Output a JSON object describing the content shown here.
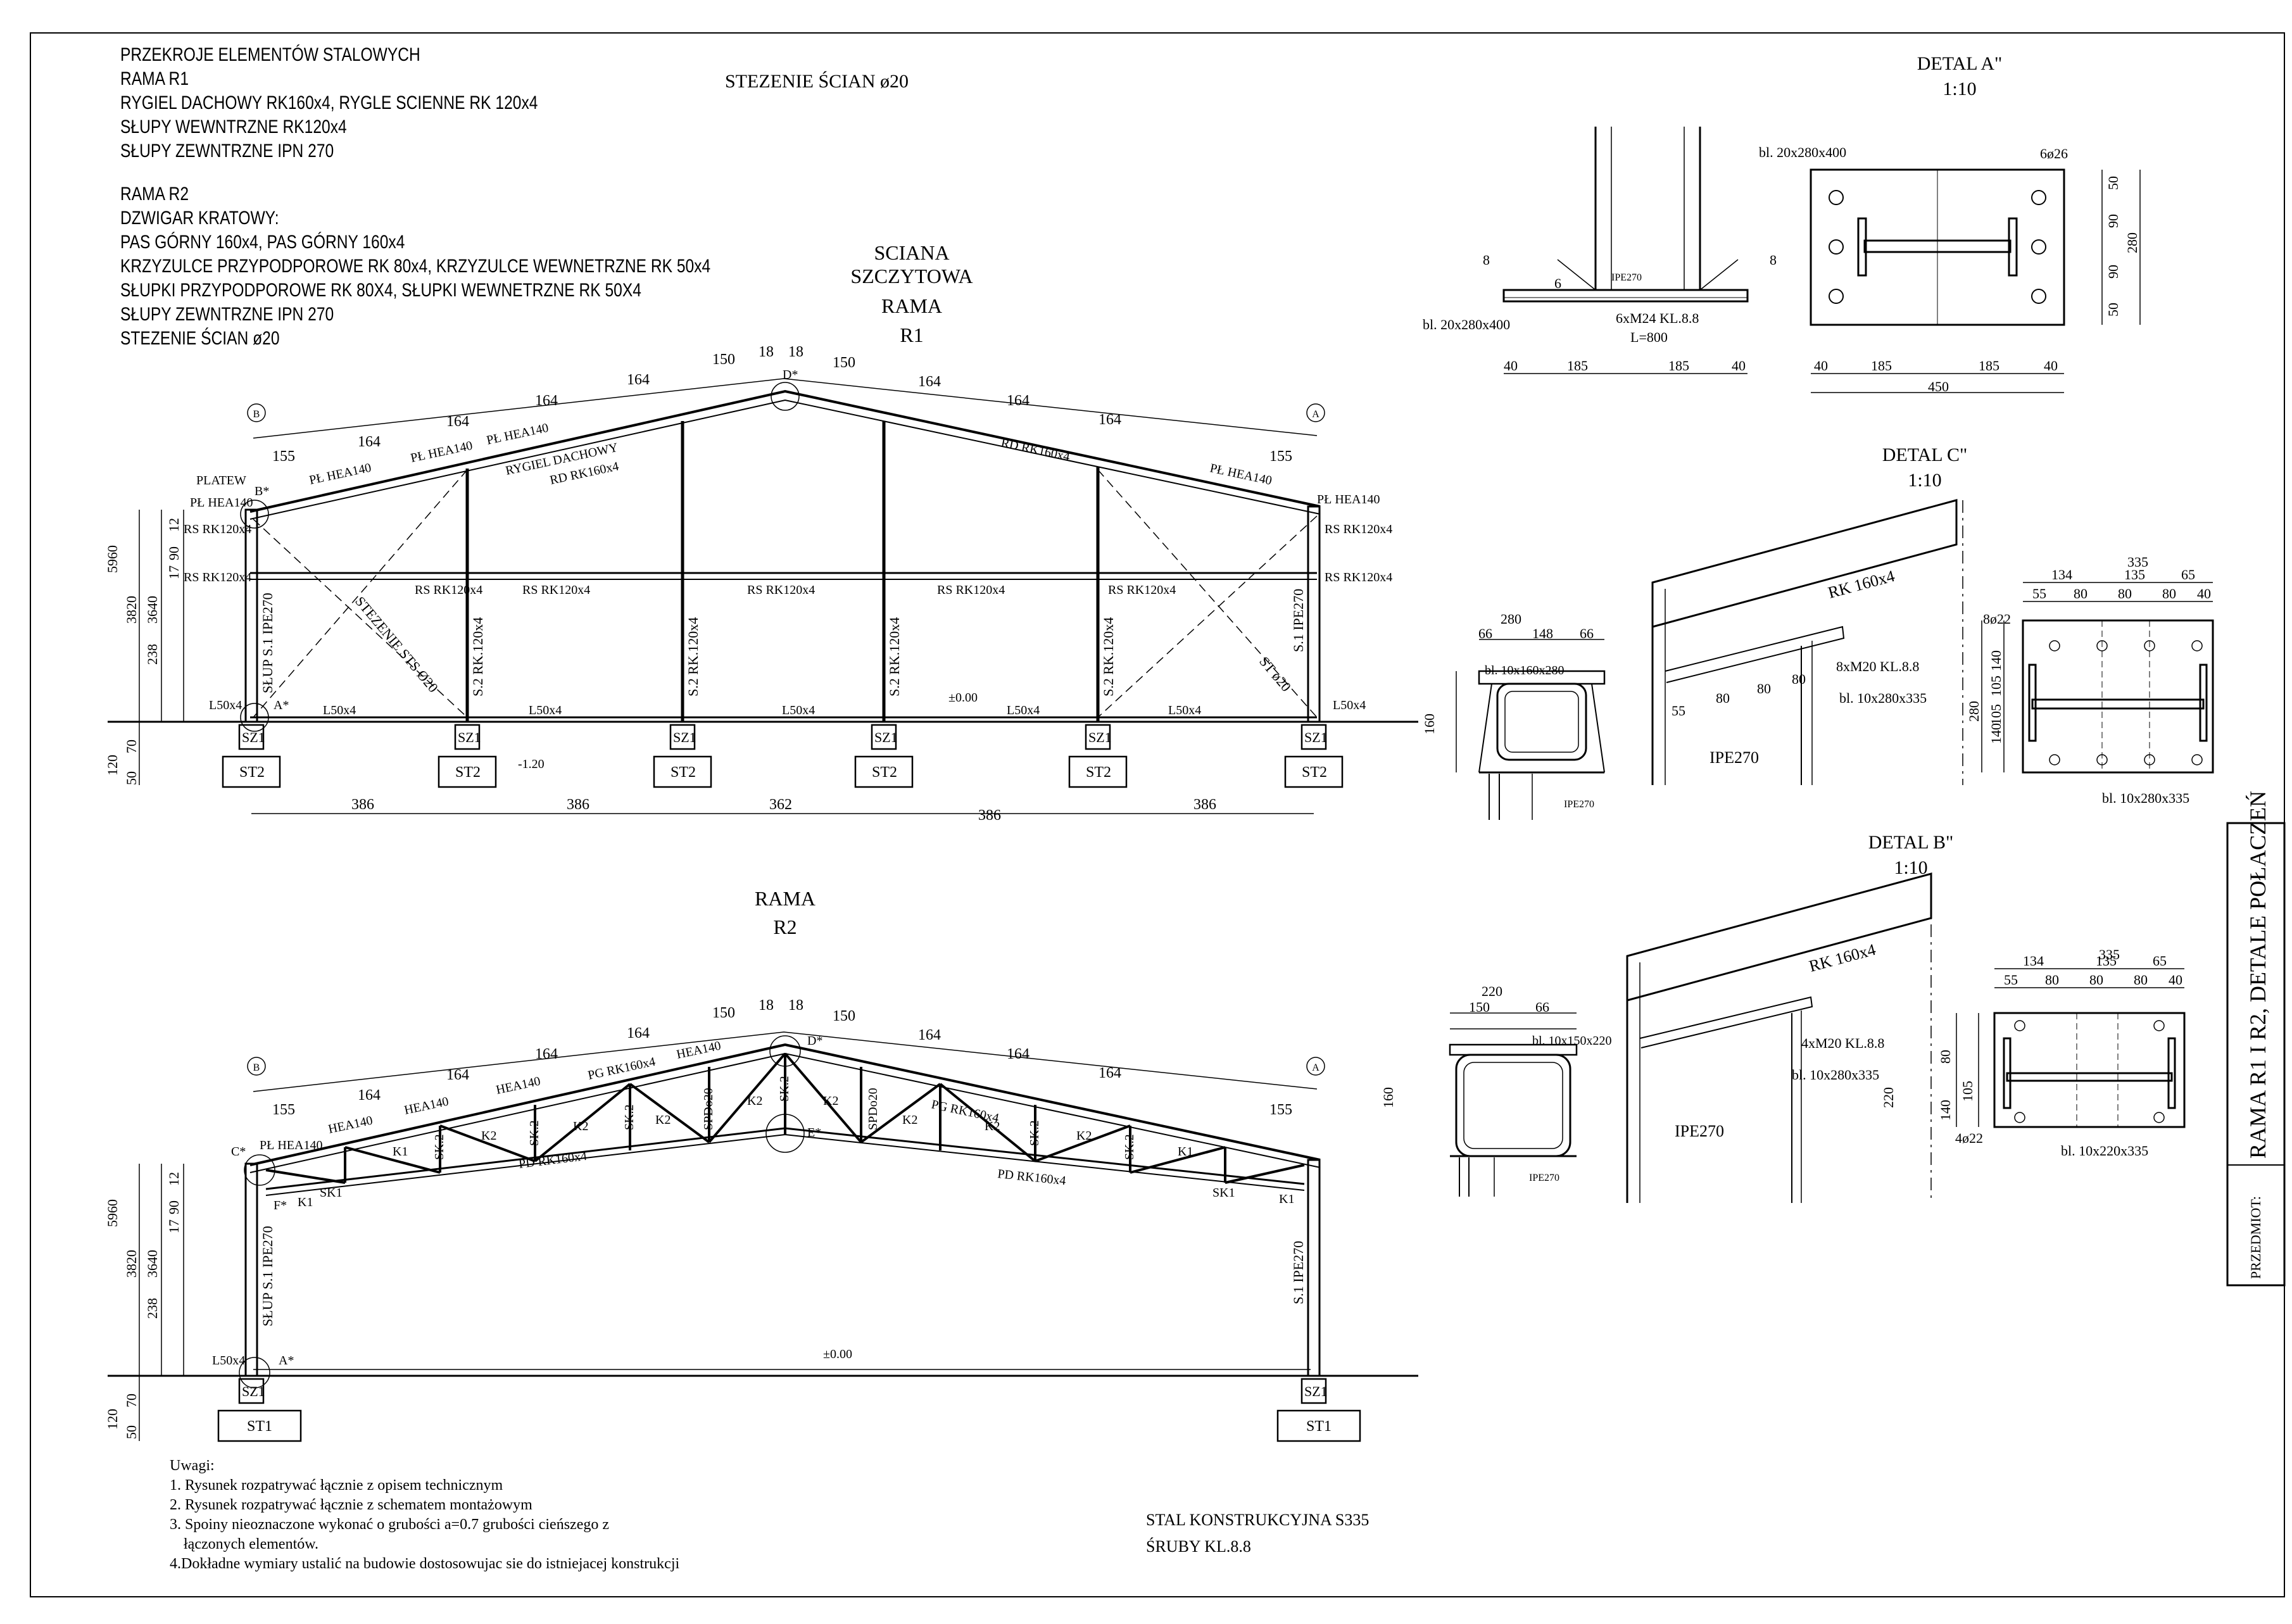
{
  "spec": {
    "lines_r1": [
      "PRZEKROJE ELEMENTÓW STALOWYCH",
      "RAMA R1",
      "RYGIEL DACHOWY RK160x4, RYGLE SCIENNE RK 120x4",
      "SŁUPY WEWNTRZNE RK120x4",
      "SŁUPY ZEWNTRZNE IPN 270"
    ],
    "lines_r2": [
      "RAMA R2",
      "DZWIGAR KRATOWY:",
      "PAS GÓRNY 160x4, PAS GÓRNY 160x4",
      "KRZYZULCE PRZYPODPOROWE RK 80x4, KRZYZULCE WEWNETRZNE RK 50x4",
      "SŁUPKI PRZYPODPOROWE RK 80X4, SŁUPKI WEWNETRZNE RK 50X4",
      "SŁUPY ZEWNTRZNE IPN 270",
      "STEZENIE ŚCIAN ø20"
    ]
  },
  "r1": {
    "header": "STEZENIE ŚCIAN ø20",
    "title": [
      "SCIANA",
      "SZCZYTOWA",
      "RAMA",
      "R1"
    ],
    "axis_left": "B",
    "axis_right": "A",
    "top_dims": [
      "155",
      "164",
      "164",
      "164",
      "164",
      "150",
      "18",
      "18",
      "150",
      "164",
      "164",
      "164",
      "155"
    ],
    "bottom_dims": [
      "386",
      "386",
      "362",
      "386",
      "386"
    ],
    "left_dims": [
      "5960",
      "3820",
      "3640",
      "238",
      "12",
      "90",
      "17",
      "120",
      "50",
      "70"
    ],
    "labels": {
      "platew": "PLATEW",
      "pl_hea140": "PŁ HEA140",
      "rs": "RS RK120x4",
      "rd": "RD RK160x4",
      "rygiel": "RYGIEL DACHOWY",
      "rygiel2": "RD RK160x4",
      "slup_left": "SŁUP S.1 IPE270",
      "slup_right": "S.1 IPE270",
      "s2": "S.2 RK.120x4",
      "stezenie": "STEZENIE STS Ø20",
      "st_right": "ST ø20",
      "l50": "L50x4",
      "sz1": "SZ1",
      "st2": "ST2",
      "level0": "±0.00",
      "level_m": "-1.20",
      "pt_a": "A*",
      "pt_b": "B*",
      "pt_d": "D*"
    }
  },
  "r2": {
    "title": [
      "RAMA",
      "R2"
    ],
    "axis_left": "B",
    "axis_right": "A",
    "top_dims": [
      "155",
      "164",
      "164",
      "164",
      "164",
      "150",
      "18",
      "18",
      "150",
      "164",
      "164",
      "164",
      "155"
    ],
    "left_dims": [
      "5960",
      "3820",
      "3640",
      "238",
      "12",
      "90",
      "17",
      "120",
      "50",
      "70"
    ],
    "labels": {
      "pl_hea140": "PŁ HEA140",
      "hea140": "HEA140",
      "pg": "PG RK160x4",
      "pd": "PD RK160x4",
      "k1": "K1",
      "k2": "K2",
      "sk1": "SK1",
      "sk2": "SK.2",
      "spd": "SPDo20",
      "slup_left": "SŁUP S.1 IPE270",
      "slup_right": "S.1 IPE270",
      "l50": "L50x4",
      "sz1": "SZ1",
      "st1": "ST1",
      "level0": "±0.00",
      "pt_a": "A*",
      "pt_c": "C*",
      "pt_d": "D*",
      "pt_e": "E*",
      "pt_f": "F*"
    }
  },
  "detail_a": {
    "title": "DETAL A\"",
    "scale": "1:10",
    "plate": "bl. 20x280x400",
    "plate_top": "bl. 20x280x400",
    "holes": "6ø26",
    "profile": "IPE270",
    "anchors": "6xM24 KL.8.8",
    "anchor_len": "L=800",
    "weld": "8",
    "weld2": "6",
    "dims_h": [
      "40",
      "185",
      "185",
      "40"
    ],
    "dims_h2": [
      "40",
      "185",
      "185",
      "40"
    ],
    "total": "450",
    "dims_v": [
      "50",
      "90",
      "90",
      "50"
    ],
    "total_v": "280"
  },
  "detail_c": {
    "title": "DETAL C\"",
    "scale": "1:10",
    "tube": "RK 160x4",
    "plate1": "bl. 10x160x280",
    "bolts": "8xM20 KL.8.8",
    "plate2": "bl. 10x280x335",
    "plate3": "bl. 10x280x335",
    "profile": "IPE270",
    "profile2": "IPE270",
    "holes": "8ø22",
    "sec_dims": [
      "280",
      "66",
      "148",
      "66"
    ],
    "sec_h": "160",
    "dims_slope": [
      "55",
      "80",
      "80",
      "80"
    ],
    "top_total": "335",
    "top_row1": [
      "134",
      "135",
      "65"
    ],
    "top_row2": [
      "55",
      "80",
      "80",
      "80",
      "40"
    ],
    "v_dims": [
      "280",
      "140",
      "105",
      "140",
      "105"
    ]
  },
  "detail_b": {
    "title": "DETAL B\"",
    "scale": "1:10",
    "tube": "RK 160x4",
    "plate1": "bl. 10x150x220",
    "bolts": "4xM20 KL.8.8",
    "plate2": "bl. 10x280x335",
    "plate3": "bl. 10x220x335",
    "profile": "IPE270",
    "profile2": "IPE270",
    "holes": "4ø22",
    "sec_dims": [
      "220",
      "150",
      "66"
    ],
    "sec_h": "160",
    "h220": "220",
    "top_total": "335",
    "top_row1": [
      "134",
      "135",
      "65"
    ],
    "top_row2": [
      "55",
      "80",
      "80",
      "80",
      "40"
    ],
    "v_dims": [
      "80",
      "140",
      "105"
    ]
  },
  "notes": {
    "heading": "Uwagi:",
    "items": [
      "1. Rysunek rozpatrywać łącznie z opisem technicznym",
      "2. Rysunek rozpatrywać łącznie z schematem montażowym",
      "3. Spoiny nieoznaczone wykonać o grubości a=0.7 grubości cieńszego z",
      "łączonych elementów.",
      "4.Dokładne wymiary ustalić na budowie dostosowujac sie do istniejacej konstrukcji"
    ]
  },
  "steel": {
    "line1": "STAL KONSTRUKCYJNA S335",
    "line2": "ŚRUBY KL.8.8"
  },
  "title_block": {
    "label": "PRZEDMIOT:",
    "title": "RAMA R1 I R2, DETALE POŁACZEŃ"
  }
}
